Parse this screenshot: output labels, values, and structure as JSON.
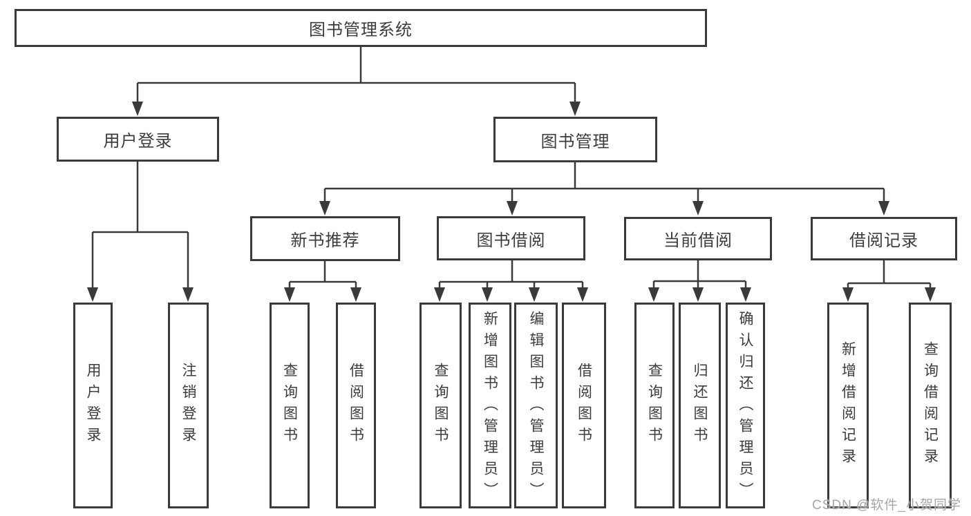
{
  "diagram": {
    "root": "图书管理系统",
    "branches": {
      "user_login": "用户登录",
      "book_mgmt": "图书管理"
    },
    "modules": {
      "new_books": "新书推荐",
      "borrowing": "图书借阅",
      "current": "当前借阅",
      "records": "借阅记录"
    },
    "leaves": {
      "user_login_leaf": "用户登录",
      "logout": "注销登录",
      "nb_query": "查询图书",
      "nb_borrow": "借阅图书",
      "bw_query": "查询图书",
      "bw_add": "新增图书（管理员）",
      "bw_edit": "编辑图书（管理员）",
      "bw_borrow": "借阅图书",
      "cur_query": "查询图书",
      "cur_return": "归还图书",
      "cur_confirm": "确认归还（管理员）",
      "rec_add": "新增借阅记录",
      "rec_query": "查询借阅记录"
    }
  },
  "watermark": "CSDN @软件_小贺同学",
  "colors": {
    "line": "#3a3a3a",
    "text": "#3c3c3c",
    "watermark": "#a6a6a6",
    "background": "#ffffff"
  }
}
